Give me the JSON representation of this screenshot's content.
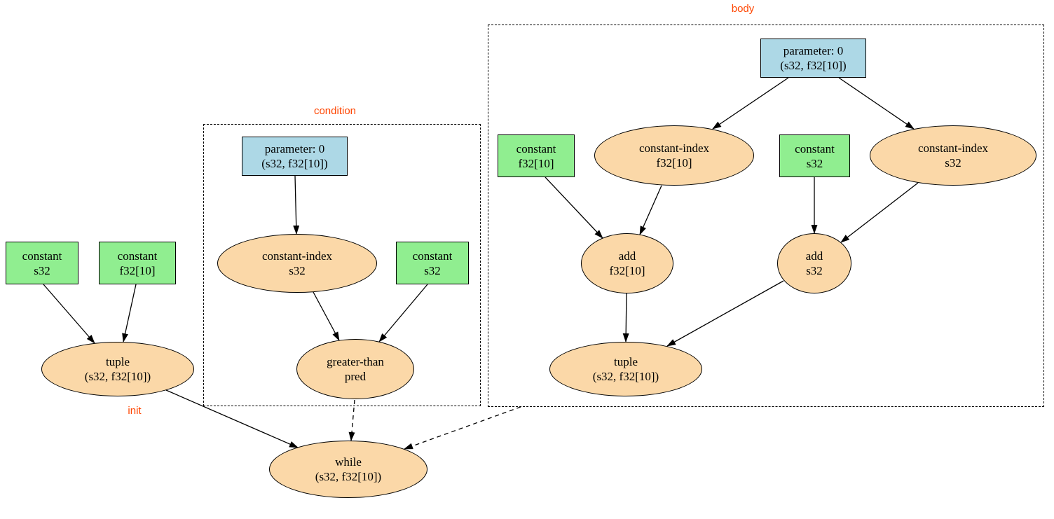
{
  "labels": {
    "condition": "condition",
    "body": "body",
    "init": "init"
  },
  "colors": {
    "operation_fill": "#fbd8a8",
    "constant_fill": "#90ee90",
    "parameter_fill": "#add8e6",
    "cluster_label": "#ff4500",
    "edge": "#000000",
    "background": "#ffffff"
  },
  "nodes": {
    "init_constant_s32": {
      "lines": [
        "constant",
        "s32"
      ]
    },
    "init_constant_f32": {
      "lines": [
        "constant",
        "f32[10]"
      ]
    },
    "init_tuple": {
      "lines": [
        "tuple",
        "(s32, f32[10])"
      ]
    },
    "cond_parameter": {
      "lines": [
        "parameter: 0",
        "(s32, f32[10])"
      ]
    },
    "cond_constant_index_s32": {
      "lines": [
        "constant-index",
        "s32"
      ]
    },
    "cond_constant_s32": {
      "lines": [
        "constant",
        "s32"
      ]
    },
    "cond_greater_than": {
      "lines": [
        "greater-than",
        "pred"
      ]
    },
    "body_parameter": {
      "lines": [
        "parameter: 0",
        "(s32, f32[10])"
      ]
    },
    "body_constant_f32": {
      "lines": [
        "constant",
        "f32[10]"
      ]
    },
    "body_constant_index_f32": {
      "lines": [
        "constant-index",
        "f32[10]"
      ]
    },
    "body_constant_s32": {
      "lines": [
        "constant",
        "s32"
      ]
    },
    "body_constant_index_s32": {
      "lines": [
        "constant-index",
        "s32"
      ]
    },
    "body_add_f32": {
      "lines": [
        "add",
        "f32[10]"
      ]
    },
    "body_add_s32": {
      "lines": [
        "add",
        "s32"
      ]
    },
    "body_tuple": {
      "lines": [
        "tuple",
        "(s32, f32[10])"
      ]
    },
    "while_node": {
      "lines": [
        "while",
        "(s32, f32[10])"
      ]
    }
  },
  "edges": [
    {
      "from": "init_constant_s32",
      "to": "init_tuple",
      "style": "solid"
    },
    {
      "from": "init_constant_f32",
      "to": "init_tuple",
      "style": "solid"
    },
    {
      "from": "cond_parameter",
      "to": "cond_constant_index_s32",
      "style": "solid"
    },
    {
      "from": "cond_constant_index_s32",
      "to": "cond_greater_than",
      "style": "solid"
    },
    {
      "from": "cond_constant_s32",
      "to": "cond_greater_than",
      "style": "solid"
    },
    {
      "from": "body_parameter",
      "to": "body_constant_index_f32",
      "style": "solid"
    },
    {
      "from": "body_parameter",
      "to": "body_constant_index_s32",
      "style": "solid"
    },
    {
      "from": "body_constant_f32",
      "to": "body_add_f32",
      "style": "solid"
    },
    {
      "from": "body_constant_index_f32",
      "to": "body_add_f32",
      "style": "solid"
    },
    {
      "from": "body_constant_s32",
      "to": "body_add_s32",
      "style": "solid"
    },
    {
      "from": "body_constant_index_s32",
      "to": "body_add_s32",
      "style": "solid"
    },
    {
      "from": "body_add_f32",
      "to": "body_tuple",
      "style": "solid"
    },
    {
      "from": "body_add_s32",
      "to": "body_tuple",
      "style": "solid"
    },
    {
      "from": "init_tuple",
      "to": "while_node",
      "style": "solid",
      "label": "init"
    },
    {
      "from": "cluster_condition",
      "to": "while_node",
      "style": "dashed"
    },
    {
      "from": "cluster_body",
      "to": "while_node",
      "style": "dashed"
    }
  ]
}
